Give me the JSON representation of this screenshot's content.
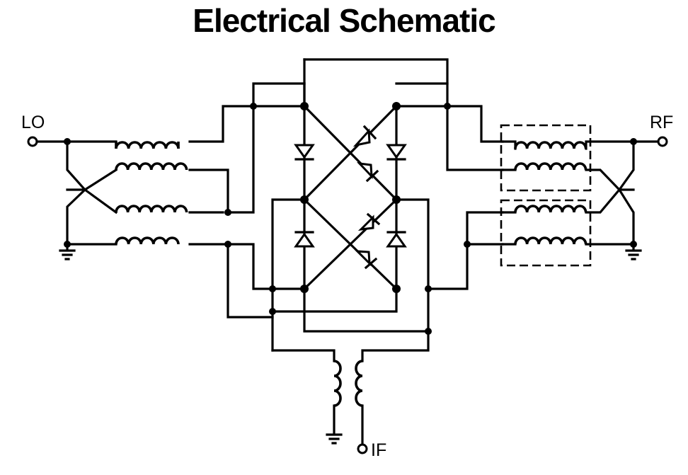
{
  "title": "Electrical Schematic",
  "ports": {
    "lo": "LO",
    "rf": "RF",
    "if": "IF"
  }
}
